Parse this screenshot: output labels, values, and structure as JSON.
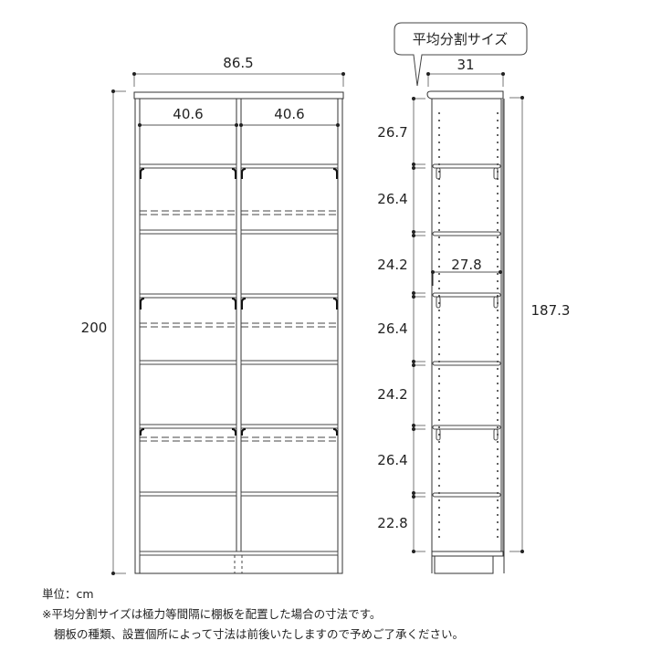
{
  "front_view": {
    "total_width": "86.5",
    "total_height": "200",
    "inner_widths": [
      "40.6",
      "40.6"
    ]
  },
  "side_view": {
    "callout_label": "平均分割サイズ",
    "depth": "31",
    "inner_depth": "27.8",
    "inner_height": "187.3",
    "shelf_spacings": [
      "26.7",
      "26.4",
      "24.2",
      "26.4",
      "24.2",
      "26.4",
      "22.8"
    ]
  },
  "notes": {
    "unit": "単位：cm",
    "line1": "※平均分割サイズは極力等間隔に棚板を配置した場合の寸法です。",
    "line2": "棚板の種類、設置個所によって寸法は前後いたしますので予めご了承ください。"
  },
  "colors": {
    "line": "#333333",
    "dim_line": "#888888",
    "panel_gray": "#9a9a9a"
  }
}
